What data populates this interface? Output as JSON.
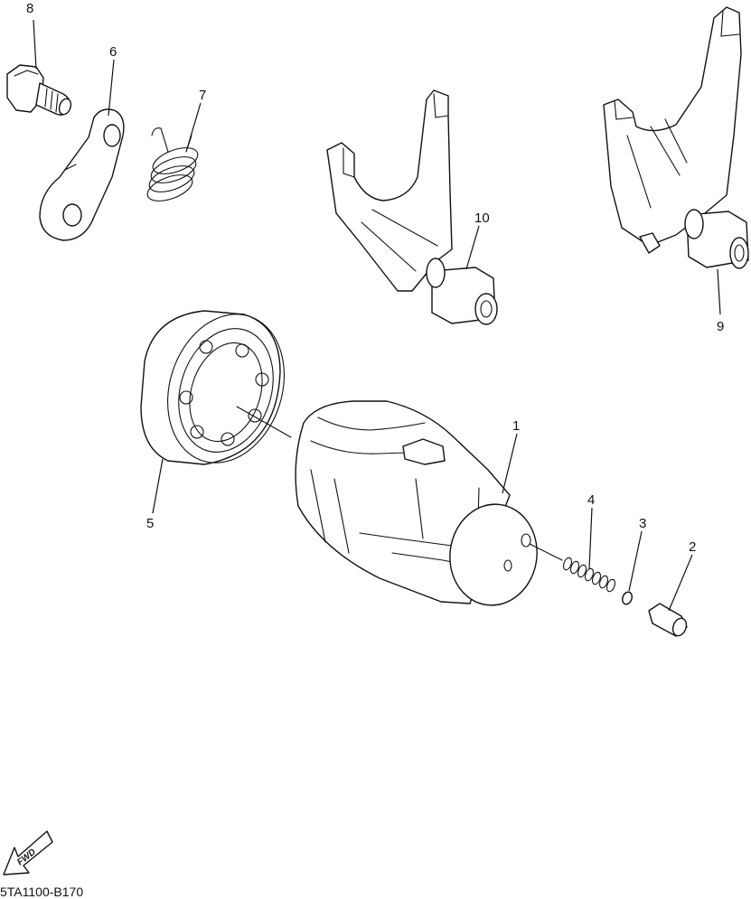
{
  "diagram": {
    "callouts": {
      "c1": "1",
      "c2": "2",
      "c3": "3",
      "c4": "4",
      "c5": "5",
      "c6": "6",
      "c7": "7",
      "c8": "8",
      "c9": "9",
      "c10": "10"
    },
    "fwd_label": "FWD",
    "figure_code": "5TA1100-B170"
  }
}
